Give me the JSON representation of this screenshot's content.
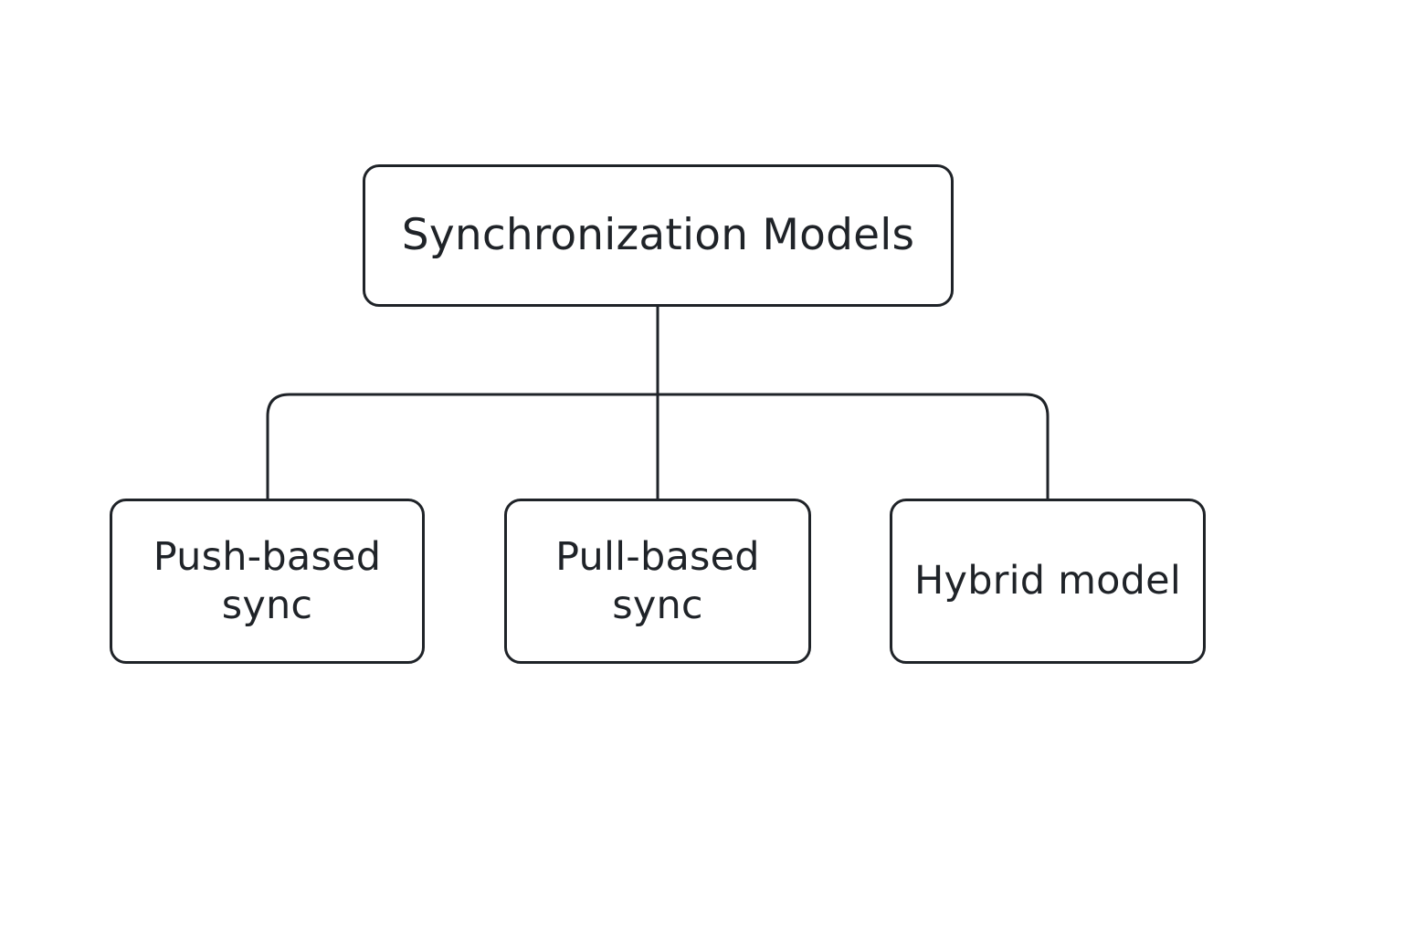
{
  "diagram": {
    "root": {
      "label": "Synchronization Models"
    },
    "children": [
      {
        "label": "Push-based\nsync"
      },
      {
        "label": "Pull-based\nsync"
      },
      {
        "label": "Hybrid model"
      }
    ],
    "colors": {
      "stroke": "#1f2328",
      "background": "#ffffff",
      "text": "#1f2328"
    }
  }
}
